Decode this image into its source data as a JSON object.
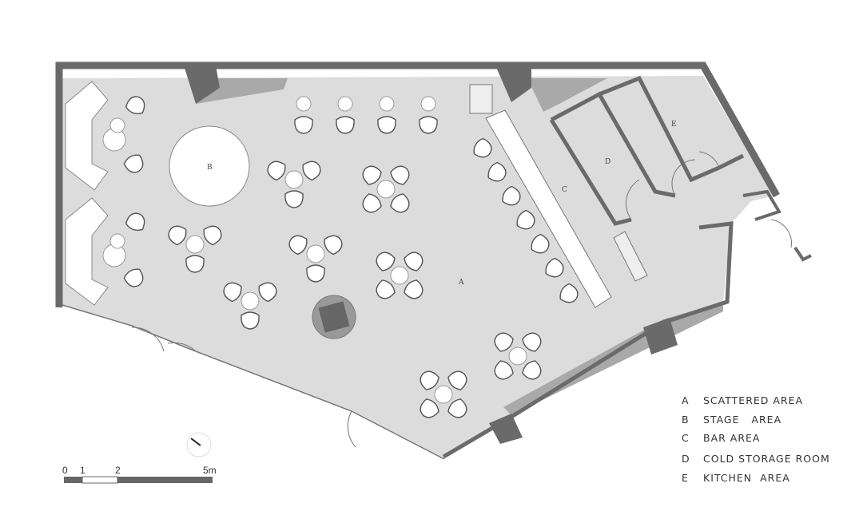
{
  "plan": {
    "area_labels": {
      "A": "A",
      "B": "B",
      "C": "C",
      "D": "D",
      "E": "E"
    }
  },
  "legend": [
    {
      "key": "A",
      "text": "SCATTERED AREA"
    },
    {
      "key": "B",
      "text": "STAGE   AREA"
    },
    {
      "key": "C",
      "text": "BAR AREA"
    },
    {
      "key": "D",
      "text": "COLD STORAGE ROOM"
    },
    {
      "key": "E",
      "text": "KITCHEN  AREA"
    }
  ],
  "scale_bar": {
    "labels": [
      "0",
      "1",
      "2",
      "5m"
    ]
  },
  "colors": {
    "wall": "#6a6a6a",
    "floor": "#dcdcdc",
    "wall_light": "#a8a8a8",
    "furniture": "#ffffff"
  }
}
